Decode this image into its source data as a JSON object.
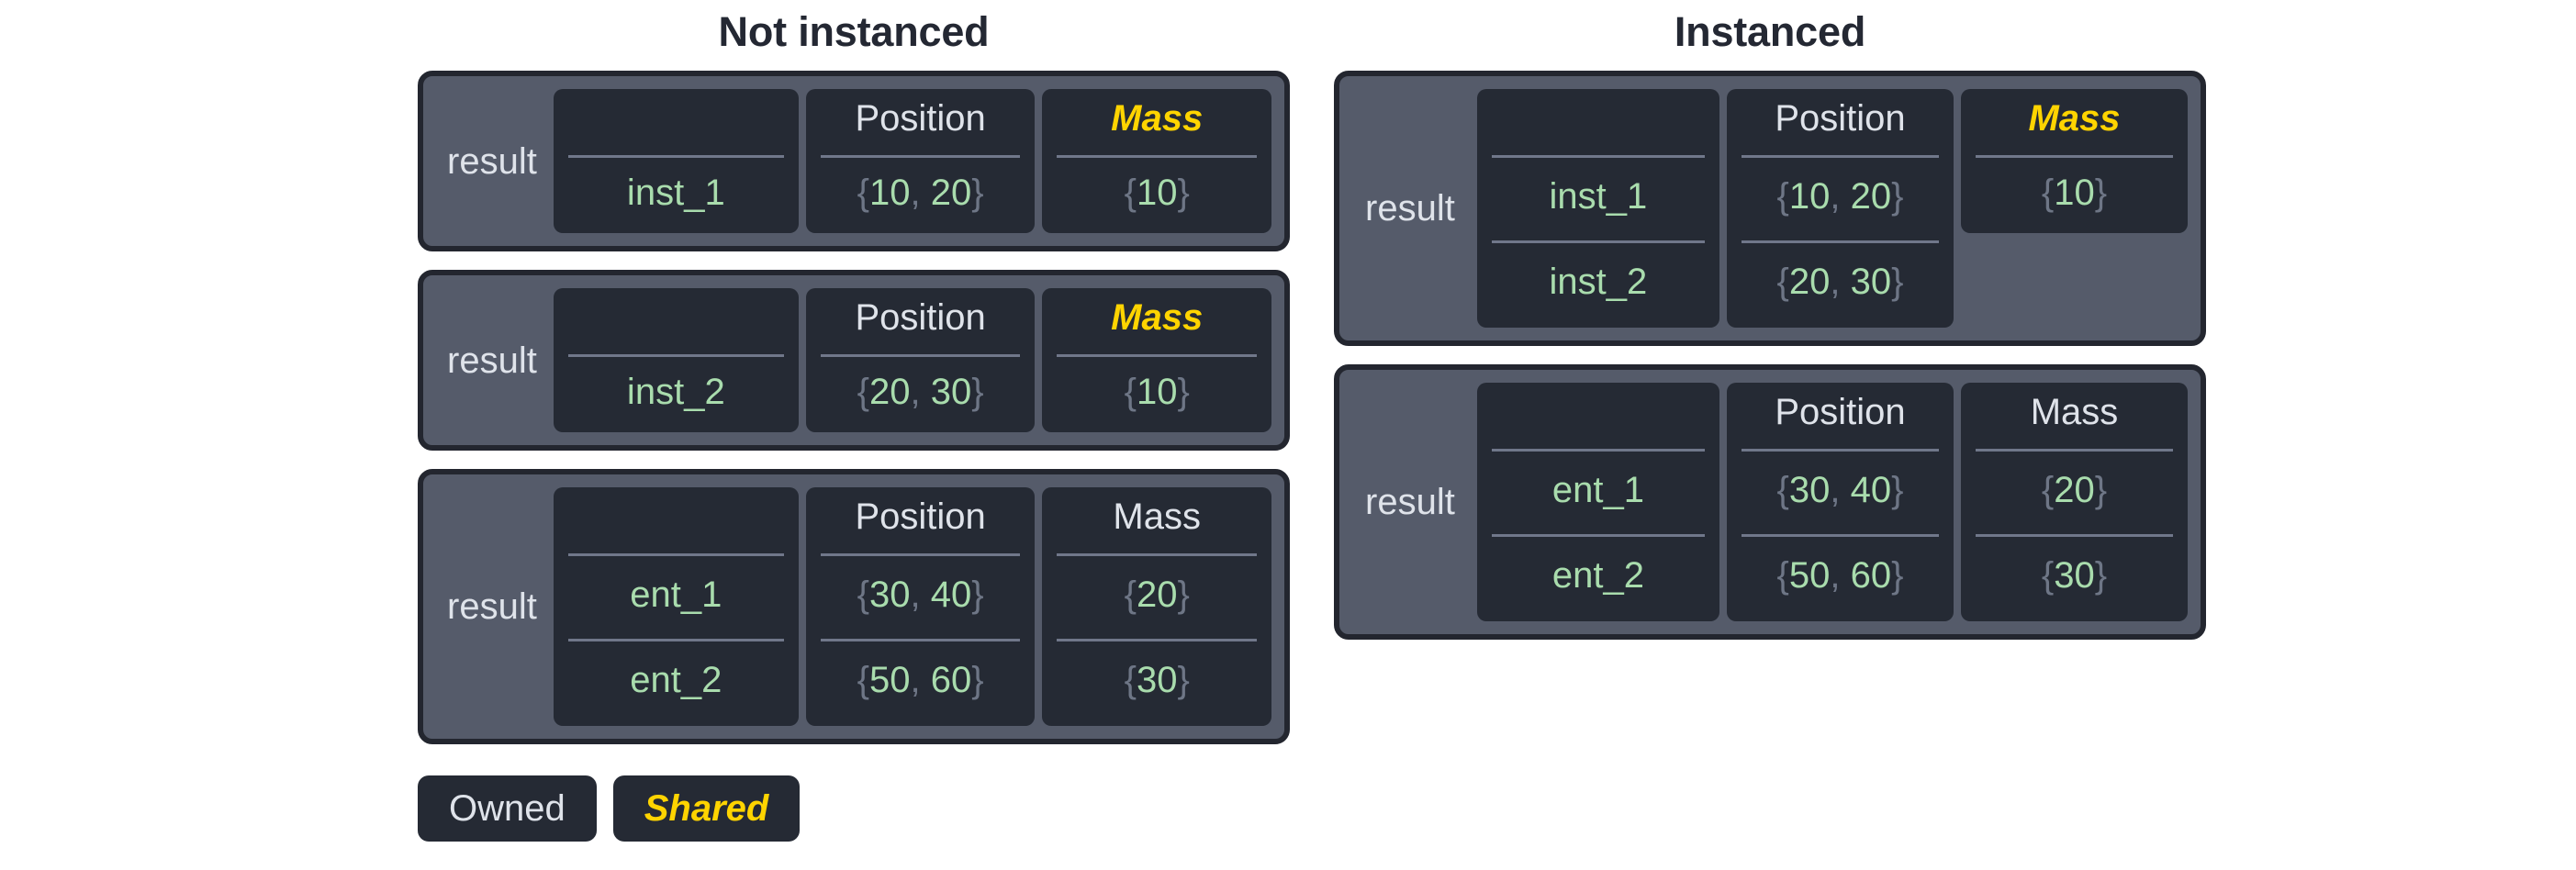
{
  "diagram": {
    "columns": [
      {
        "id": "not-instanced",
        "heading": "Not instanced",
        "cards": [
          {
            "label": "result",
            "columns": [
              {
                "id": "name",
                "header": "",
                "shared": false,
                "values": [
                  "inst_1"
                ]
              },
              {
                "id": "position",
                "header": "Position",
                "shared": false,
                "values": [
                  "{10, 20}"
                ]
              },
              {
                "id": "mass",
                "header": "Mass",
                "shared": true,
                "values": [
                  "{10}"
                ]
              }
            ]
          },
          {
            "label": "result",
            "columns": [
              {
                "id": "name",
                "header": "",
                "shared": false,
                "values": [
                  "inst_2"
                ]
              },
              {
                "id": "position",
                "header": "Position",
                "shared": false,
                "values": [
                  "{20, 30}"
                ]
              },
              {
                "id": "mass",
                "header": "Mass",
                "shared": true,
                "values": [
                  "{10}"
                ]
              }
            ]
          },
          {
            "label": "result",
            "columns": [
              {
                "id": "name",
                "header": "",
                "shared": false,
                "values": [
                  "ent_1",
                  "ent_2"
                ]
              },
              {
                "id": "position",
                "header": "Position",
                "shared": false,
                "values": [
                  "{30, 40}",
                  "{50, 60}"
                ]
              },
              {
                "id": "mass",
                "header": "Mass",
                "shared": false,
                "values": [
                  "{20}",
                  "{30}"
                ]
              }
            ]
          }
        ]
      },
      {
        "id": "instanced",
        "heading": "Instanced",
        "cards": [
          {
            "label": "result",
            "columns": [
              {
                "id": "name",
                "header": "",
                "shared": false,
                "values": [
                  "inst_1",
                  "inst_2"
                ]
              },
              {
                "id": "position",
                "header": "Position",
                "shared": false,
                "values": [
                  "{10, 20}",
                  "{20, 30}"
                ]
              },
              {
                "id": "mass",
                "header": "Mass",
                "shared": true,
                "values": [
                  "{10}"
                ]
              }
            ]
          },
          {
            "label": "result",
            "columns": [
              {
                "id": "name",
                "header": "",
                "shared": false,
                "values": [
                  "ent_1",
                  "ent_2"
                ]
              },
              {
                "id": "position",
                "header": "Position",
                "shared": false,
                "values": [
                  "{30, 40}",
                  "{50, 60}"
                ]
              },
              {
                "id": "mass",
                "header": "Mass",
                "shared": false,
                "values": [
                  "{20}",
                  "{30}"
                ]
              }
            ]
          }
        ]
      }
    ],
    "legend": [
      {
        "id": "owned",
        "label": "Owned",
        "shared": false
      },
      {
        "id": "shared",
        "label": "Shared",
        "shared": true
      }
    ],
    "colors": {
      "page_background": "#ffffff",
      "heading_text": "#242833",
      "card_background": "#555b6a",
      "card_border": "#23262f",
      "column_background": "#252a34",
      "owned_text": "#dfe3ea",
      "shared_text": "#ffd400",
      "value_text": "#a9dcad",
      "brace_text": "#6e7686",
      "separator": "#70778a"
    }
  }
}
